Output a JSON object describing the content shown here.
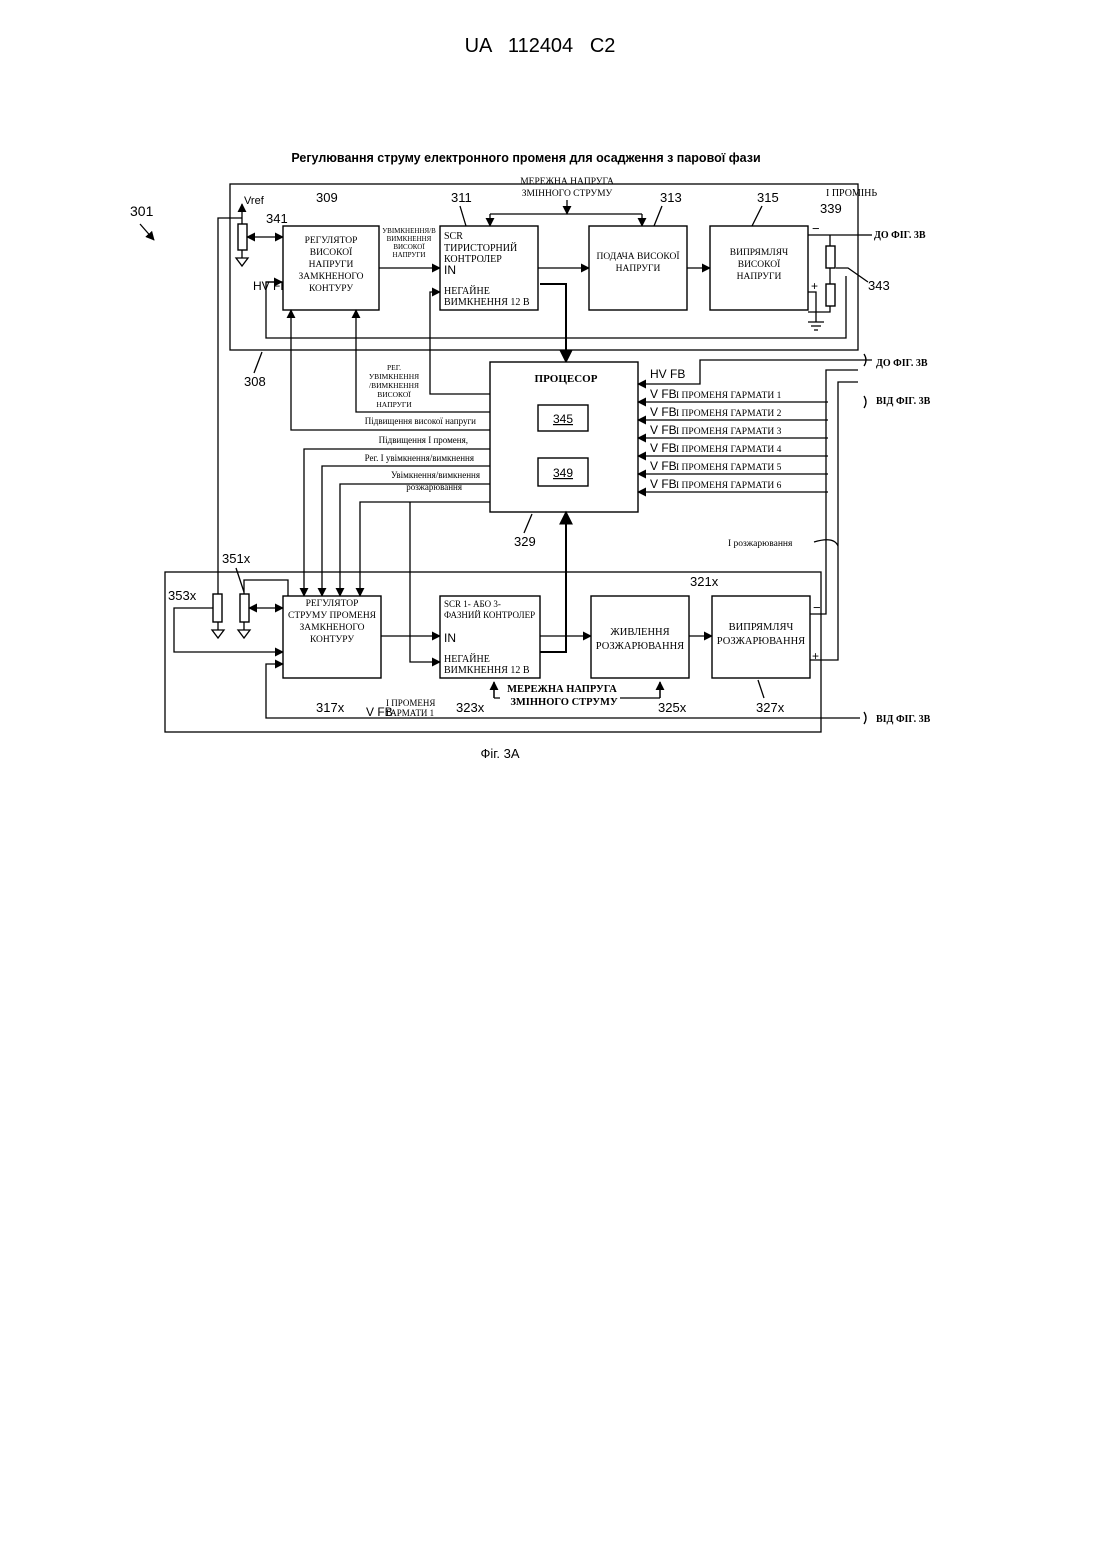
{
  "header": {
    "doc_number": "UA   112404   C2"
  },
  "figure": {
    "title": "Регулювання струму електронного променя для осадження з парової фази",
    "caption": "Фіг. 3А"
  },
  "refs": {
    "r301": "301",
    "r308": "308",
    "r309": "309",
    "r311": "311",
    "r313": "313",
    "r315": "315",
    "r339": "339",
    "r341": "341",
    "r343": "343",
    "r329": "329",
    "r345": "345",
    "r349": "349",
    "r351": "351x",
    "r353": "353x",
    "r317": "317x",
    "r321": "321x",
    "r323": "323x",
    "r325": "325x",
    "r327": "327x"
  },
  "top_section": {
    "ac_mains": [
      "МЕРЕЖНА НАПРУГА",
      "ЗМІННОГО СТРУМУ"
    ],
    "vref": "Vref",
    "hvfb": "HV FB",
    "hv_regulator": [
      "РЕГУЛЯТОР",
      "ВИСОКОЇ",
      "НАПРУГИ",
      "ЗАМКНЕНОГО",
      "КОНТУРУ"
    ],
    "on_off_hv": [
      "УВІМКНЕННЯ/В",
      "ВИМКНЕННЯ",
      "ВИСОКОЇ",
      "НАПРУГИ"
    ],
    "scr_controller": {
      "scr": "SCR",
      "name": [
        "ТИРИСТОРНИЙ",
        "КОНТРОЛЕР"
      ],
      "in": "IN",
      "emergency": [
        "НЕГАЙНЕ",
        "ВИМКНЕННЯ 12 В"
      ]
    },
    "hv_supply": [
      "ПОДАЧА ВИСОКОЇ",
      "НАПРУГИ"
    ],
    "hv_rectifier": [
      "ВИПРЯМЛЯЧ",
      "ВИСОКОЇ",
      "НАПРУГИ"
    ],
    "i_beam": "І ПРОМІНЬ",
    "minus": "−",
    "plus": "+",
    "to_fig3b": "ДО ФІГ. 3В"
  },
  "processor": {
    "title": "ПРОЦЕСОР",
    "hvfb": "HV FB",
    "inputs": [
      {
        "prefix": "V FB",
        "label": "І ПРОМЕНЯ ГАРМАТИ 1"
      },
      {
        "prefix": "V FB",
        "label": "І ПРОМЕНЯ ГАРМАТИ 2"
      },
      {
        "prefix": "V FB",
        "label": "І ПРОМЕНЯ ГАРМАТИ 3"
      },
      {
        "prefix": "V FB",
        "label": "І ПРОМЕНЯ ГАРМАТИ 4"
      },
      {
        "prefix": "V FB",
        "label": "І ПРОМЕНЯ ГАРМАТИ 5"
      },
      {
        "prefix": "V FB",
        "label": "І ПРОМЕНЯ ГАРМАТИ 6"
      }
    ],
    "to_fig3b_2": "ДО ФІГ. 3В",
    "from_fig3b": "ВІД ФІГ. 3В",
    "reg_on_off_hv": [
      "РЕГ.",
      "УВІМКНЕННЯ",
      "/ВИМКНЕННЯ",
      "ВИСОКОЇ",
      "НАПРУГИ"
    ],
    "raise_hv": "Підвищення високої напруги",
    "raise_i_beam": "Підвищення І променя,",
    "reg_i_on_off": "Рег. І увімкнення/вимкнення",
    "on_off_heating": [
      "Увімкнення/вимкнення",
      "розжарювання"
    ],
    "i_heating": "І розжарювання"
  },
  "bottom_section": {
    "beam_regulator": [
      "РЕГУЛЯТОР",
      "СТРУМУ ПРОМЕНЯ",
      "ЗАМКНЕНОГО",
      "КОНТУРУ"
    ],
    "scr_controller": {
      "line1": "SCR 1- АБО 3-",
      "line2": "ФАЗНИЙ КОНТРОЛЕР",
      "in": "IN",
      "emergency": [
        "НЕГАЙНЕ",
        "ВИМКНЕННЯ 12 В"
      ]
    },
    "heating_supply": [
      "ЖИВЛЕННЯ",
      "РОЗЖАРЮВАННЯ"
    ],
    "heating_rectifier": [
      "ВИПРЯМЛЯЧ",
      "РОЗЖАРЮВАННЯ"
    ],
    "ac_mains": [
      "МЕРЕЖНА НАПРУГА",
      "ЗМІННОГО СТРУМУ"
    ],
    "vfb": "V FB",
    "i_beam_gun1": [
      "І ПРОМЕНЯ",
      "ГАРМАТИ 1"
    ],
    "minus": "−",
    "plus": "+",
    "from_fig3b": "ВІД ФІГ. 3В"
  }
}
